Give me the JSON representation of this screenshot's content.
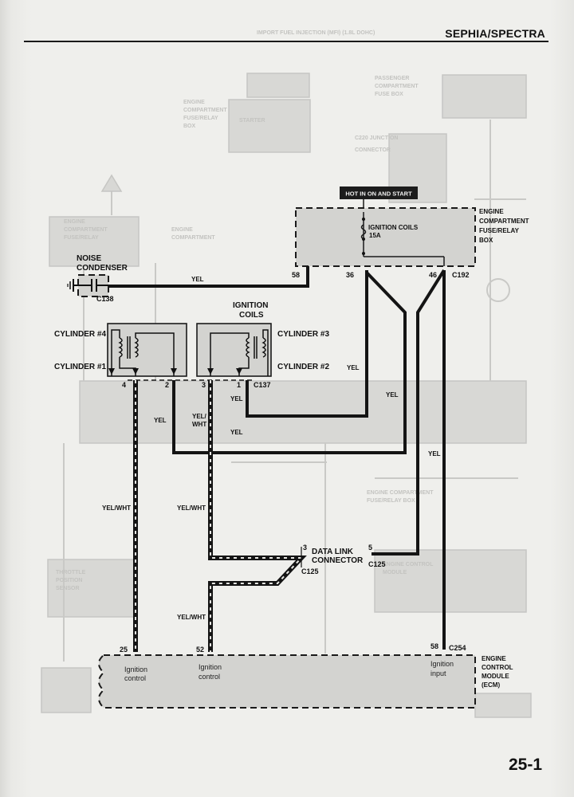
{
  "header": {
    "title": "SEPHIA/SPECTRA",
    "page_number": "25-1"
  },
  "hot_label": "HOT IN ON AND START",
  "engine_fuse_box": {
    "line1": "ENGINE",
    "line2": "COMPARTMENT",
    "line3": "FUSE/RELAY",
    "line4": "BOX"
  },
  "fuse": {
    "label": "IGNITION COILS",
    "rating": "15A"
  },
  "noise_condenser": {
    "line1": "NOISE",
    "line2": "CONDENSER",
    "connector": "C138"
  },
  "ignition_coils": {
    "line1": "IGNITION",
    "line2": "COILS",
    "cyl4": "CYLINDER #4",
    "cyl1": "CYLINDER #1",
    "cyl3": "CYLINDER #3",
    "cyl2": "CYLINDER #2",
    "connector": "C137"
  },
  "pins": {
    "p58_fuse": "58",
    "p36": "36",
    "p46": "46",
    "c192": "C192",
    "p4": "4",
    "p2": "2",
    "p3": "3",
    "p1": "1",
    "dlc3": "3",
    "dlc5": "5",
    "ecm25": "25",
    "ecm52": "52",
    "ecm58": "58",
    "c254": "C254"
  },
  "wire_labels": {
    "yel_condenser": "YEL",
    "yel_c137_right": "YEL",
    "yel_pin1": "YEL",
    "yel_mid_right": "YEL",
    "yel_pin2": "YEL",
    "yelwht_pin3_top1": "YEL/",
    "yelwht_pin3_top2": "WHT",
    "yel_lower": "YEL",
    "yel_far_right": "YEL",
    "yelwht_left": "YEL/WHT",
    "yelwht_mid": "YEL/WHT",
    "yelwht_bottom": "YEL/WHT"
  },
  "data_link": {
    "line1": "DATA LINK",
    "line2": "CONNECTOR",
    "c125_a": "C125",
    "c125_b": "C125"
  },
  "ecm": {
    "line1": "ENGINE",
    "line2": "CONTROL",
    "line3": "MODULE",
    "line4": "(ECM)",
    "pin25_a": "Ignition",
    "pin25_b": "control",
    "pin52_a": "Ignition",
    "pin52_b": "control",
    "pin58_a": "Ignition",
    "pin58_b": "input"
  }
}
